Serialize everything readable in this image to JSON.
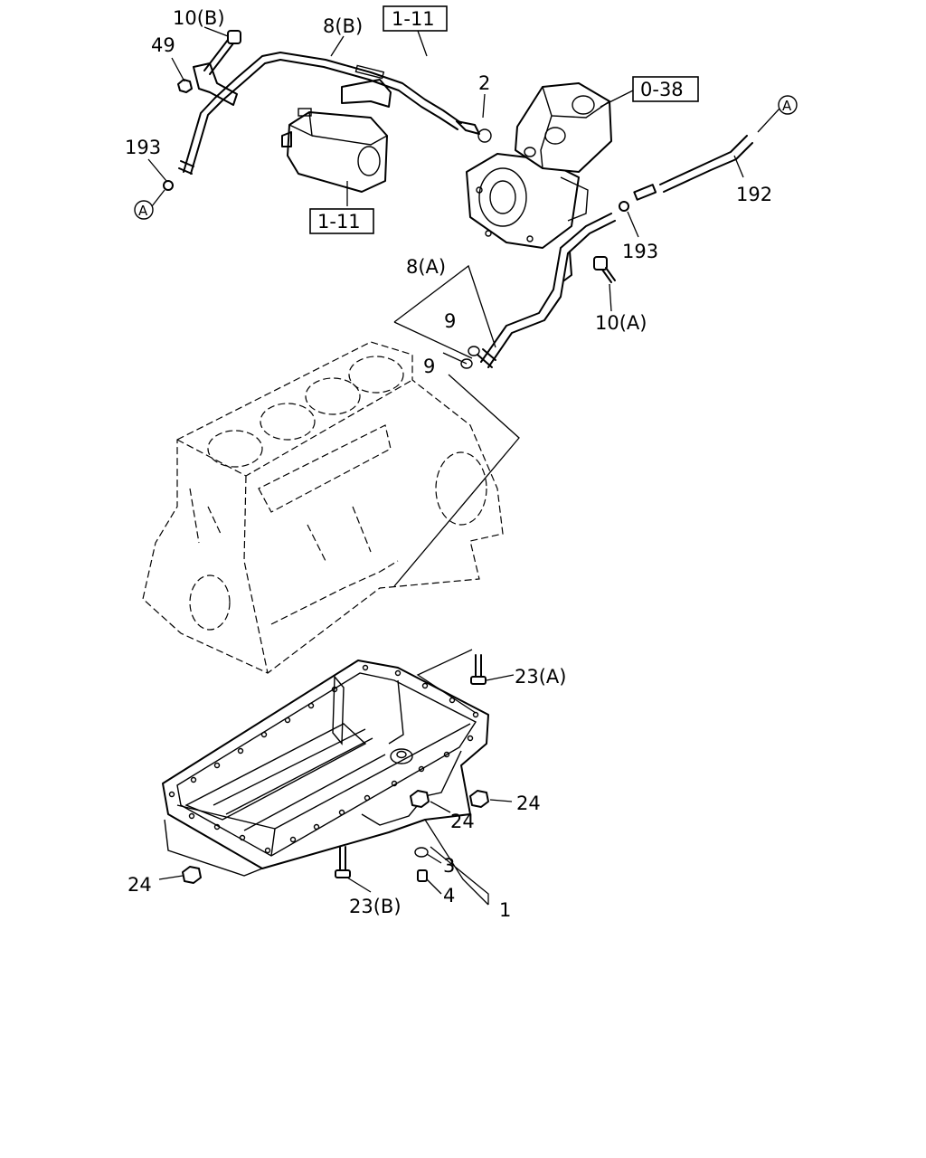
{
  "labels": {
    "bolt_10b": "10(B)",
    "pipe_8b": "8(B)",
    "ref_1_11_top": "1-11",
    "nut_49": "49",
    "fitting_2": "2",
    "ref_0_38": "0-38",
    "callout_a_right": "A",
    "clip_193_left": "193",
    "callout_a_left": "A",
    "ref_1_11_mid": "1-11",
    "hose_192": "192",
    "clip_193_right": "193",
    "pipe_8a": "8(A)",
    "oring_9_upper": "9",
    "oring_9_lower": "9",
    "bolt_10a": "10(A)",
    "bolt_23a": "23(A)",
    "nut_24_right": "24",
    "nut_24_mid": "24",
    "washer_3": "3",
    "plug_4": "4",
    "oil_pan_1": "1",
    "nut_24_left": "24",
    "bolt_23b": "23(B)"
  }
}
